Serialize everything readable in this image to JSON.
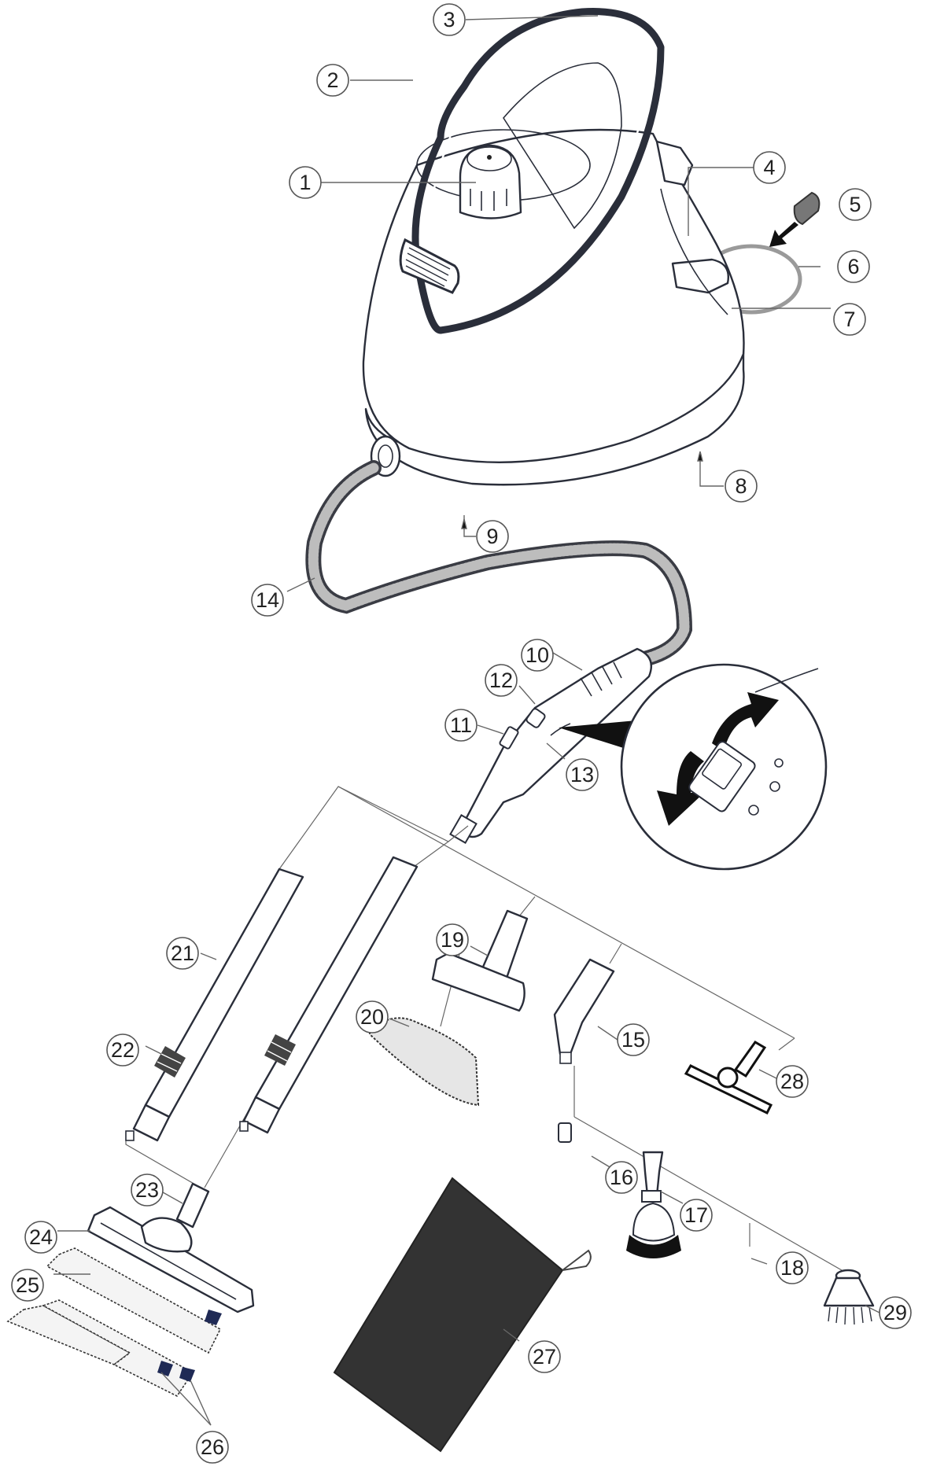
{
  "diagram": {
    "title": "Steam cleaner parts overview",
    "colors": {
      "line": "#2a2e3a",
      "bag": "#333333",
      "clip": "#1f2a55",
      "background": "#ffffff"
    },
    "callouts": [
      {
        "id": "1",
        "label": "1",
        "part": "tank-cap"
      },
      {
        "id": "2",
        "label": "2",
        "part": "carry-handle-inner"
      },
      {
        "id": "3",
        "label": "3",
        "part": "carry-handle"
      },
      {
        "id": "4",
        "label": "4",
        "part": "cord-hook"
      },
      {
        "id": "5",
        "label": "5",
        "part": "plug"
      },
      {
        "id": "6",
        "label": "6",
        "part": "power-cord"
      },
      {
        "id": "7",
        "label": "7",
        "part": "cord-storage"
      },
      {
        "id": "8",
        "label": "8",
        "part": "base-wheel-rear"
      },
      {
        "id": "9",
        "label": "9",
        "part": "base-wheel-front"
      },
      {
        "id": "10",
        "label": "10",
        "part": "hand-unit-grip"
      },
      {
        "id": "11",
        "label": "11",
        "part": "release-button"
      },
      {
        "id": "12",
        "label": "12",
        "part": "lock-button"
      },
      {
        "id": "13",
        "label": "13",
        "part": "steam-trigger"
      },
      {
        "id": "14",
        "label": "14",
        "part": "steam-hose"
      },
      {
        "id": "15",
        "label": "15",
        "part": "angled-nozzle"
      },
      {
        "id": "16",
        "label": "16",
        "part": "adapter"
      },
      {
        "id": "17",
        "label": "17",
        "part": "jet-nozzle"
      },
      {
        "id": "18",
        "label": "18",
        "part": "round-brush"
      },
      {
        "id": "19",
        "label": "19",
        "part": "hand-tool"
      },
      {
        "id": "20",
        "label": "20",
        "part": "hand-tool-cover"
      },
      {
        "id": "21",
        "label": "21",
        "part": "extension-tube"
      },
      {
        "id": "22",
        "label": "22",
        "part": "tube-release"
      },
      {
        "id": "23",
        "label": "23",
        "part": "floor-tool-joint"
      },
      {
        "id": "24",
        "label": "24",
        "part": "floor-tool"
      },
      {
        "id": "25",
        "label": "25",
        "part": "floor-pad"
      },
      {
        "id": "26",
        "label": "26",
        "part": "floor-pad-clips"
      },
      {
        "id": "27",
        "label": "27",
        "part": "storage-bag"
      },
      {
        "id": "28",
        "label": "28",
        "part": "window-squeegee"
      },
      {
        "id": "29",
        "label": "29",
        "part": "flat-brush"
      }
    ]
  }
}
